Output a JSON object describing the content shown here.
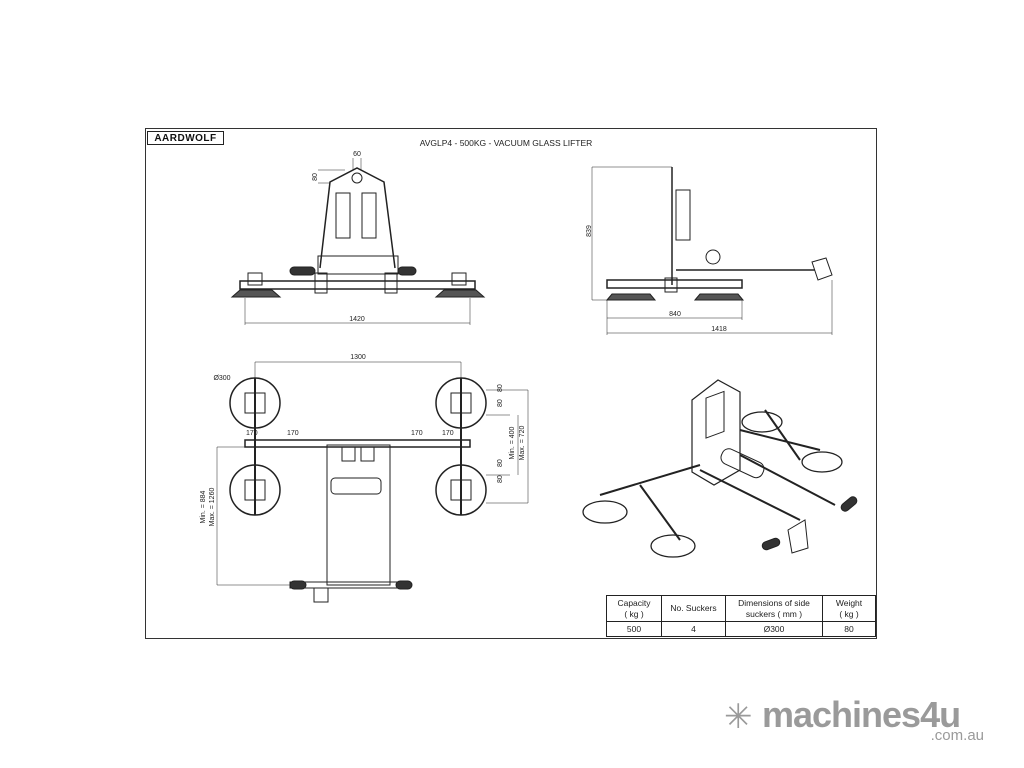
{
  "header": {
    "logo_text": "AARDWOLF",
    "title": "AVGLP4 - 500KG - VACUUM GLASS LIFTER"
  },
  "front_view": {
    "dims": {
      "top_width": "60",
      "top_height": "80",
      "overall_width": "1420"
    }
  },
  "side_view": {
    "dims": {
      "height": "839",
      "base_length": "840",
      "overall_length": "1418"
    }
  },
  "top_view": {
    "dims": {
      "span": "1300",
      "sucker_dia": "Ø300",
      "arm_1": "170",
      "arm_2": "170",
      "arm_3": "170",
      "arm_4": "170",
      "offset_1": "80",
      "offset_2": "80",
      "offset_3": "80",
      "offset_4": "80",
      "min_spacing": "Min. = 400",
      "max_spacing": "Max. = 720",
      "min_length": "Min. = 884",
      "max_length": "Max. = 1260"
    }
  },
  "spec_table": {
    "headers": [
      "Capacity\n( kg )",
      "No. Suckers",
      "Dimensions of side\nsuckers  ( mm )",
      "Weight\n( kg )"
    ],
    "row": [
      "500",
      "4",
      "Ø300",
      "80"
    ]
  },
  "watermark": {
    "brand": "machines4u",
    "domain": ".com.au"
  },
  "colors": {
    "line": "#222222",
    "watermark": "#9a9a9a"
  }
}
